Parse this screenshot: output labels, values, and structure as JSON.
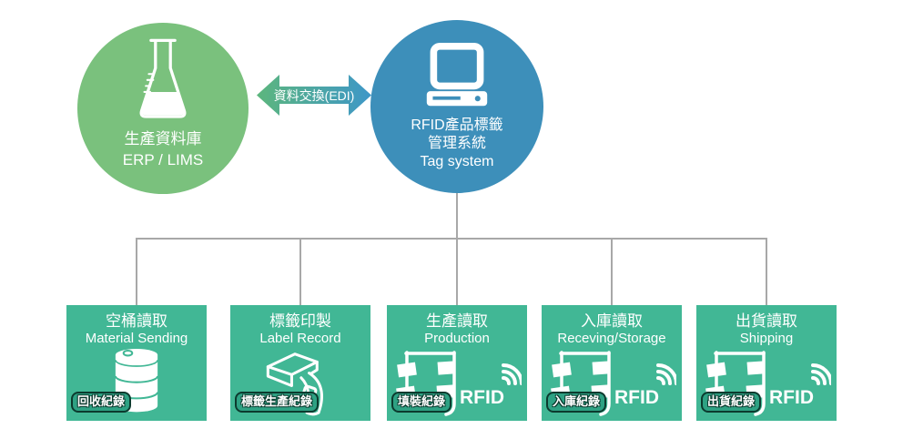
{
  "diagram": {
    "top": {
      "source": {
        "title": "生產資料庫",
        "subtitle": "ERP / LIMS",
        "icon": "flask-icon",
        "color": "#7ac17d"
      },
      "exchange": {
        "label": "資料交換(EDI)",
        "gradient_from": "#5cb67d",
        "gradient_to": "#3e97c8"
      },
      "system": {
        "title": "RFID產品標籤",
        "subtitle": "管理系統",
        "subtitle_en": "Tag system",
        "icon": "computer-icon",
        "color": "#3d8fba"
      }
    },
    "connector_color": "#a8a8a8",
    "station_color": "#41b795",
    "badge_border_color": "#0c3a2e",
    "rfid_label": "RFID",
    "stations": [
      {
        "title": "空桶讀取",
        "subtitle": "Material Sending",
        "badge": "回收紀錄",
        "icon": "barrel-icon"
      },
      {
        "title": "標籤印製",
        "subtitle": "Label Record",
        "badge": "標籤生產紀錄",
        "icon": "barcode-scanner-icon"
      },
      {
        "title": "生產讀取",
        "subtitle": "Production",
        "badge": "填裝紀錄",
        "icon": "rfid-gate-icon"
      },
      {
        "title": "入庫讀取",
        "subtitle": "Receving/Storage",
        "badge": "入庫紀錄",
        "icon": "rfid-gate-icon"
      },
      {
        "title": "出貨讀取",
        "subtitle": "Shipping",
        "badge": "出貨紀錄",
        "icon": "rfid-gate-icon"
      }
    ]
  }
}
